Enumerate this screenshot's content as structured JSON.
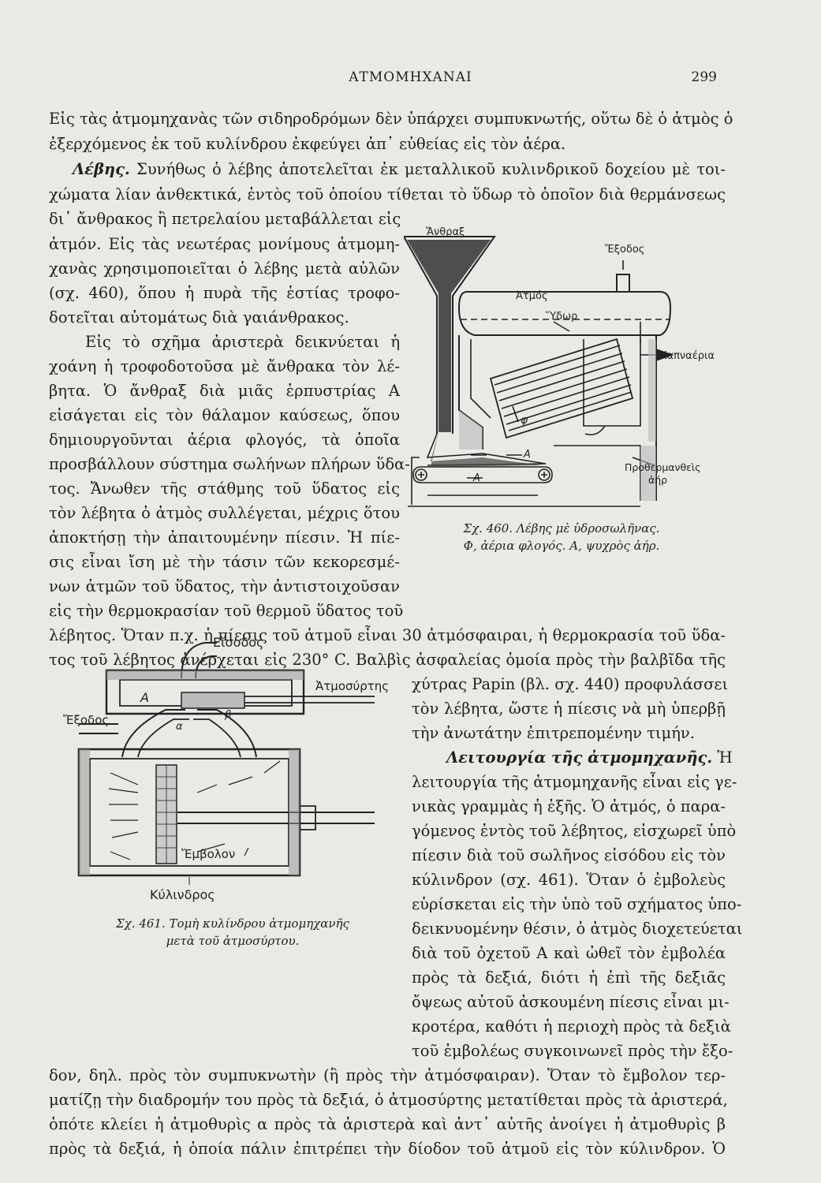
{
  "header": {
    "running_title": "ΑΤΜΟΜΗΧΑΝΑΙ",
    "page_number": "299"
  },
  "paragraphs": {
    "p1": [
      "Εἰς τὰς ἀτμομηχανὰς τῶν σιδηροδρόμων δὲν ὑπάρχει συμπυκνωτής, οὕτω δὲ ὁ ἀτμὸς ὁ",
      "ἐξερχόμενος ἐκ τοῦ κυλίνδρου ἐκφεύγει ἀπ᾽ εὐθείας εἰς τὸν ἀέρα."
    ],
    "p2_heading": "Λέβης.",
    "p2_line1_rest": " Συνήθως ὁ λέβης ἀποτελεῖται ἐκ μεταλλικοῦ κυλινδρικοῦ δοχείου μὲ τοι-",
    "p2_line2": "χώματα λίαν ἀνθεκτικά, ἐντὸς τοῦ ὁποίου τίθεται τὸ ὕδωρ τὸ ὁποῖον διὰ θερμάνσεως",
    "p2_left": [
      "δι᾽ ἄνθρακος ἢ πετρελαίου μεταβάλλεται εἰς",
      "ἀτμόν. Εἰς τὰς νεωτέρας μονίμους ἀτμομη-",
      "χανὰς χρησιμοποιεῖται ὁ λέβης μετὰ αὐλῶν",
      "(σχ. 460), ὅπου ἡ πυρὰ τῆς ἑστίας τροφο-",
      "δοτεῖται αὐτομάτως διὰ γαιάνθρακος."
    ],
    "p3_left": [
      "Εἰς τὸ σχῆμα ἀριστερὰ δεικνύεται ἡ",
      "χοάνη ἡ τροφοδοτοῦσα μὲ ἄνθρακα τὸν λέ-",
      "βητα. Ὁ ἄνθραξ διὰ μιᾶς ἑρπυστρίας Α",
      "εἰσάγεται εἰς τὸν θάλαμον καύσεως, ὅπου",
      "δημιουργοῦνται ἀέρια φλογός, τὰ ὁποῖα",
      "προσβάλλουν σύστημα σωλήνων πλήρων ὕδα-",
      "τος. Ἄνωθεν τῆς στάθμης τοῦ ὕδατος εἰς",
      "τὸν λέβητα ὁ ἀτμὸς συλλέγεται, μέχρις ὅτου",
      "ἀποκτήσῃ τὴν ἀπαιτουμένην πίεσιν. Ἡ πίε-",
      "σις εἶναι ἴση μὲ τὴν τάσιν τῶν κεκορεσμέ-",
      "νων ἀτμῶν τοῦ ὕδατος, τὴν ἀντιστοιχοῦσαν",
      "εἰς τὴν θερμοκρασίαν τοῦ θερμοῦ ὕδατος τοῦ"
    ],
    "p3_full": [
      "λέβητος. Ὅταν π.χ. ἡ πίεσις τοῦ ἀτμοῦ εἶναι 30 ἀτμόσφαιραι, ἡ θερμοκρασία τοῦ ὕδα-",
      "τος τοῦ λέβητος ἀνέρχεται εἰς 230° C. Βαλβὶς ἀσφαλείας ὁμοία πρὸς τὴν βαλβῖδα τῆς"
    ],
    "p3_right": [
      "χύτρας Papin (βλ. σχ. 440) προφυλάσσει",
      "τὸν λέβητα, ὥστε ἡ πίεσις νὰ μὴ ὑπερβῇ",
      "τὴν ἀνωτάτην ἐπιτρεπομένην τιμήν."
    ],
    "p4_heading": "Λειτουργία τῆς ἀτμομηχανῆς.",
    "p4_heading_rest": " Ἡ",
    "p4_right": [
      "λειτουργία τῆς ἀτμομηχανῆς εἶναι εἰς γε-",
      "νικὰς γραμμὰς ἡ ἑξῆς. Ὁ ἀτμός, ὁ παρα-",
      "γόμενος ἐντὸς τοῦ λέβητος, εἰσχωρεῖ ὑπὸ",
      "πίεσιν διὰ τοῦ σωλῆνος εἰσόδου εἰς τὸν",
      "κύλινδρον (σχ. 461). Ὅταν ὁ ἐμβολεὺς",
      "εὑρίσκεται εἰς τὴν ὑπὸ τοῦ σχήματος ὑπο-",
      "δεικνυομένην θέσιν, ὁ ἀτμὸς διοχετεύεται",
      "διὰ τοῦ ὀχετοῦ Α καὶ ὠθεῖ τὸν ἐμβολέα",
      "πρὸς τὰ δεξιά, διότι ἡ ἐπὶ τῆς δεξιᾶς",
      "ὄψεως αὐτοῦ ἀσκουμένη πίεσις εἶναι μι-",
      "κροτέρα, καθότι ἡ περιοχὴ πρὸς τὰ δεξιὰ",
      "τοῦ ἐμβολέως συγκοινωνεῖ πρὸς τὴν ἔξο-"
    ],
    "p4_full": [
      "δον, δηλ. πρὸς τὸν συμπυκνωτὴν (ἢ πρὸς τὴν ἀτμόσφαιραν). Ὅταν τὸ ἔμβολον τερ-",
      "ματίζῃ τὴν διαδρομήν του πρὸς τὰ δεξιά, ὁ ἀτμοσύρτης μετατίθεται πρὸς τὰ ἀριστερά,",
      "ὁπότε κλείει ἡ ἀτμοθυρὶς α πρὸς τὰ ἀριστερὰ καὶ ἀντ᾽ αὐτῆς ἀνοίγει ἡ ἀτμοθυρὶς β",
      "πρὸς τὰ δεξιά, ἡ ὁποία πάλιν ἐπιτρέπει τὴν δίοδον τοῦ ἀτμοῦ εἰς τὸν κύλινδρον. Ὁ"
    ]
  },
  "figure_460": {
    "labels": {
      "coal": "Ἄνθραξ",
      "exit": "Ἔξοδος",
      "steam": "Ἀτμός",
      "water": "Ὕδωρ",
      "flue": "Καπναέρια",
      "phi": "φ",
      "a1": "Α",
      "a2": "Α",
      "preheated": "Προθερμανθεὶς",
      "air": "ἀήρ"
    },
    "caption_line1": "Σχ. 460. Λέβης μὲ ὑδροσωλῆνας.",
    "caption_line2": "Φ, ἀέρια φλογός.  Α, ψυχρὸς ἀήρ."
  },
  "figure_461": {
    "labels": {
      "inlet": "Εἴσοδος",
      "slide_valve": "Ἀτμοσύρτης",
      "exit": "Ἔξοδος",
      "a_channel": "Α",
      "port_a": "α",
      "port_b": "β",
      "piston": "Ἔμβολον",
      "cylinder": "Κύλινδρος"
    },
    "caption_line1": "Σχ. 461. Τομὴ κυλίνδρου ἀτμομηχανῆς",
    "caption_line2": "μετὰ τοῦ ἀτμοσύρτου."
  }
}
